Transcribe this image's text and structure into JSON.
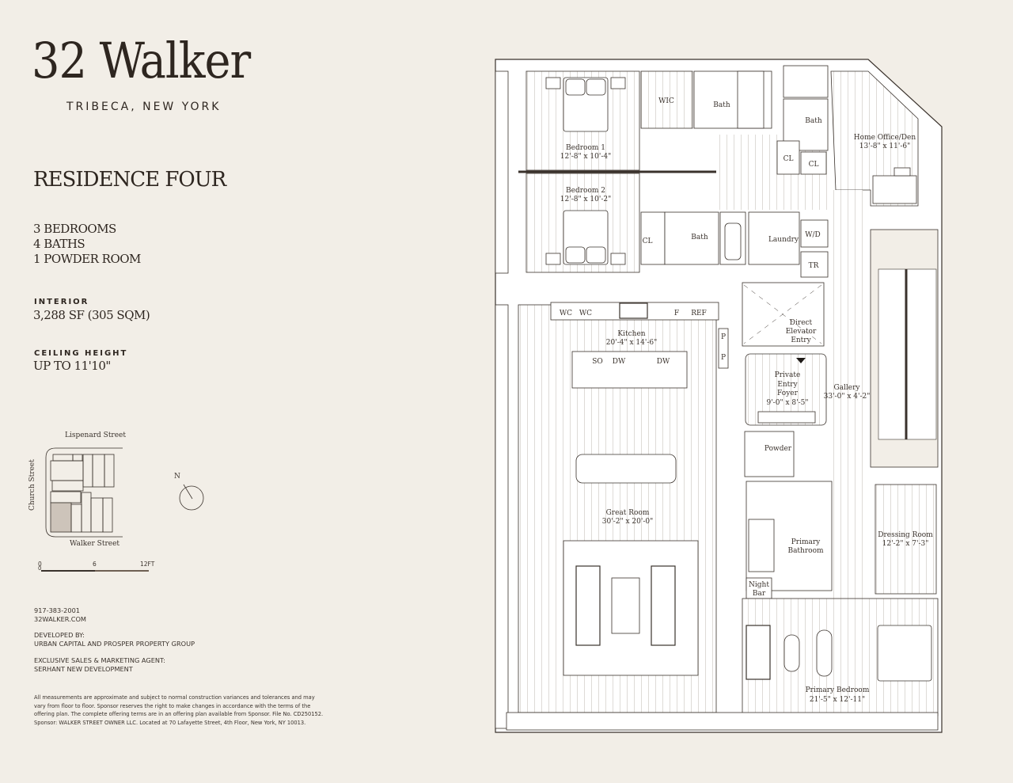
{
  "brand": {
    "title": "32 Walker",
    "subtitle": "TRIBECA, NEW YORK"
  },
  "residence": {
    "title": "RESIDENCE FOUR",
    "summary": [
      "3 BEDROOMS",
      "4 BATHS",
      "1 POWDER ROOM"
    ],
    "interior_label": "INTERIOR",
    "interior_value": "3,288  SF (305 SQM)",
    "ceiling_label": "CEILING HEIGHT",
    "ceiling_value": "UP TO 11'10\""
  },
  "site_map": {
    "streets": {
      "north": "Lispenard Street",
      "west": "Church Street",
      "south": "Walker Street"
    },
    "compass": "N",
    "scale": {
      "labels": [
        "0",
        "6",
        "12FT"
      ]
    }
  },
  "contact": {
    "phone": "917-383-2001",
    "website": "32WALKER.COM",
    "developer_label": "DEVELOPED BY:",
    "developer": "URBAN CAPITAL AND PROSPER PROPERTY GROUP",
    "agent_label": "EXCLUSIVE SALES & MARKETING AGENT:",
    "agent": "SERHANT NEW DEVELOPMENT"
  },
  "disclaimer": "All measurements are approximate and subject to normal construction variances and tolerances and may vary from floor to floor. Sponsor reserves the right to make changes in accordance with the terms of the offering plan. The complete offering terms are in an offering plan available from Sponsor. File No. CD250152. Sponsor: WALKER STREET OWNER LLC. Located at 70 Lafayette Street, 4th Floor, New York, NY 10013.",
  "floorplan": {
    "rooms": {
      "bedroom1": {
        "name": "Bedroom 1",
        "dims": "12'-8\" x 10'-4\""
      },
      "bedroom2": {
        "name": "Bedroom 2",
        "dims": "12'-8\" x 10'-2\""
      },
      "wic": {
        "name": "WIC"
      },
      "bath1": {
        "name": "Bath"
      },
      "bath2": {
        "name": "Bath"
      },
      "bath3": {
        "name": "Bath"
      },
      "cl1": {
        "name": "CL"
      },
      "cl2": {
        "name": "CL"
      },
      "cl3": {
        "name": "CL"
      },
      "home_office": {
        "name": "Home Office/Den",
        "dims": "13'-8\" x 11'-6\""
      },
      "laundry": {
        "name": "Laundry"
      },
      "wd": {
        "name": "W/D"
      },
      "tr": {
        "name": "TR"
      },
      "kitchen": {
        "name": "Kitchen",
        "dims": "20'-4\" x 14'-6\""
      },
      "wc1": {
        "name": "WC"
      },
      "wc2": {
        "name": "WC"
      },
      "f": {
        "name": "F"
      },
      "ref": {
        "name": "REF"
      },
      "p1": {
        "name": "P"
      },
      "p2": {
        "name": "P"
      },
      "so": {
        "name": "SO"
      },
      "dw1": {
        "name": "DW"
      },
      "dw2": {
        "name": "DW"
      },
      "elevator": {
        "name1": "Direct",
        "name2": "Elevator",
        "name3": "Entry"
      },
      "foyer": {
        "name1": "Private",
        "name2": "Entry",
        "name3": "Foyer",
        "dims": "9'-0\" x 8'-5\""
      },
      "gallery": {
        "name": "Gallery",
        "dims": "33'-0\" x 4'-2\""
      },
      "powder": {
        "name": "Powder"
      },
      "great_room": {
        "name": "Great Room",
        "dims": "30'-2\" x 20'-0\""
      },
      "primary_bath": {
        "name1": "Primary",
        "name2": "Bathroom"
      },
      "dressing": {
        "name": "Dressing Room",
        "dims": "12'-2\" x 7'-3\""
      },
      "night_bar": {
        "name1": "Night",
        "name2": "Bar"
      },
      "primary_bedroom": {
        "name": "Primary Bedroom",
        "dims": "21'-5\" x 12'-11\""
      }
    }
  }
}
